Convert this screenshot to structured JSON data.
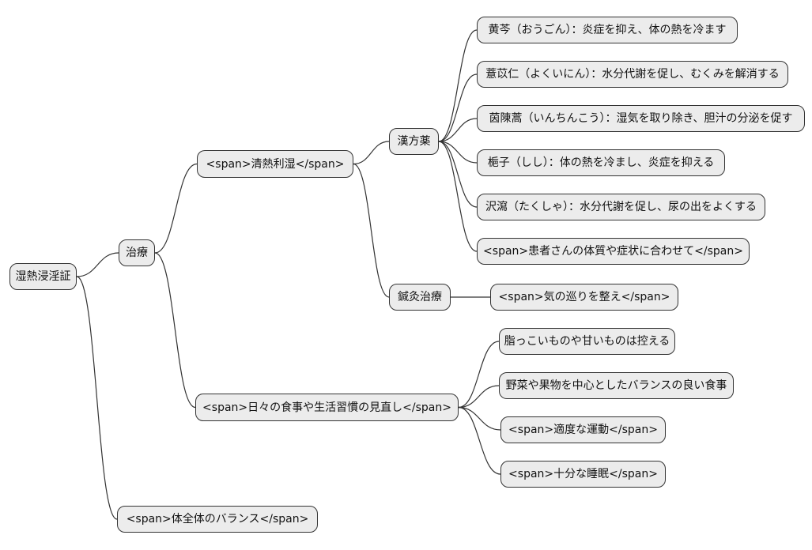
{
  "diagram": {
    "type": "mindmap",
    "title": "湿熱浸淫証の治療マインドマップ",
    "nodes": {
      "root": {
        "label": "湿熱浸淫証"
      },
      "treatment": {
        "label": "治療"
      },
      "seinetsu_rishitsu": {
        "label": "<span>清熱利湿</span>"
      },
      "kampo": {
        "label": "漢方薬"
      },
      "ogon": {
        "label": "黄芩（おうごん）：炎症を抑え、体の熱を冷ます"
      },
      "yokuinin": {
        "label": "薏苡仁（よくいにん）：水分代謝を促し、むくみを解消する"
      },
      "inchinko": {
        "label": "茵陳蒿（いんちんこう）：湿気を取り除き、胆汁の分泌を促す"
      },
      "shishi": {
        "label": "梔子（しし）：体の熱を冷まし、炎症を抑える"
      },
      "takusha": {
        "label": "沢瀉（たくしゃ）：水分代謝を促し、尿の出をよくする"
      },
      "patient_fit": {
        "label": "<span>患者さんの体質や症状に合わせて</span>"
      },
      "shinkyu": {
        "label": "鍼灸治療"
      },
      "ki_flow": {
        "label": "<span>気の巡りを整え</span>"
      },
      "lifestyle": {
        "label": "<span>日々の食事や生活習慣の見直し</span>"
      },
      "avoid_oily_sweet": {
        "label": "脂っこいものや甘いものは控える"
      },
      "vegetables_fruits": {
        "label": "野菜や果物を中心としたバランスの良い食事"
      },
      "moderate_exercise": {
        "label": "<span>適度な運動</span>"
      },
      "enough_sleep": {
        "label": "<span>十分な睡眠</span>"
      },
      "body_balance": {
        "label": "<span>体全体のバランス</span>"
      }
    },
    "edges": [
      {
        "from": "root",
        "to": "treatment"
      },
      {
        "from": "root",
        "to": "body_balance"
      },
      {
        "from": "treatment",
        "to": "seinetsu_rishitsu"
      },
      {
        "from": "treatment",
        "to": "lifestyle"
      },
      {
        "from": "seinetsu_rishitsu",
        "to": "kampo"
      },
      {
        "from": "seinetsu_rishitsu",
        "to": "shinkyu"
      },
      {
        "from": "kampo",
        "to": "ogon"
      },
      {
        "from": "kampo",
        "to": "yokuinin"
      },
      {
        "from": "kampo",
        "to": "inchinko"
      },
      {
        "from": "kampo",
        "to": "shishi"
      },
      {
        "from": "kampo",
        "to": "takusha"
      },
      {
        "from": "kampo",
        "to": "patient_fit"
      },
      {
        "from": "shinkyu",
        "to": "ki_flow"
      },
      {
        "from": "lifestyle",
        "to": "avoid_oily_sweet"
      },
      {
        "from": "lifestyle",
        "to": "vegetables_fruits"
      },
      {
        "from": "lifestyle",
        "to": "moderate_exercise"
      },
      {
        "from": "lifestyle",
        "to": "enough_sleep"
      }
    ]
  },
  "colors": {
    "background": "#ffffff",
    "node_fill": "#ececec",
    "node_border": "#333333",
    "edge": "#333333",
    "text": "#111111"
  }
}
